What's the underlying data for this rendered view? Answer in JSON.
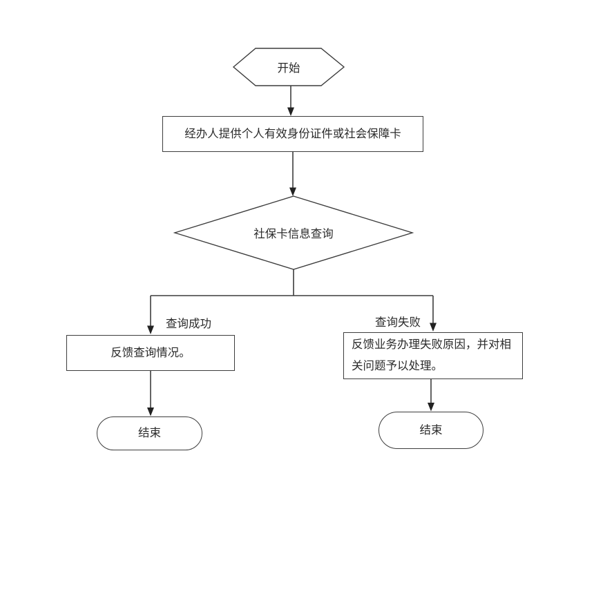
{
  "diagram": {
    "type": "flowchart",
    "colors": {
      "background": "#ffffff",
      "line": "#3c3c3c",
      "text": "#2b2b2b"
    },
    "nodes": [
      {
        "id": "start",
        "shape": "hexagon",
        "label": "开始"
      },
      {
        "id": "provide-id",
        "shape": "process",
        "label": "经办人提供个人有效身份证件或社会保障卡"
      },
      {
        "id": "query-card-info",
        "shape": "decision",
        "label": "社保卡信息查询"
      },
      {
        "id": "feedback-result",
        "shape": "process",
        "label": "反馈查询情况。"
      },
      {
        "id": "feedback-failure",
        "shape": "process",
        "label": "反馈业务办理失败原因，并对相关问题予以处理。"
      },
      {
        "id": "end-success",
        "shape": "terminator",
        "label": "结束"
      },
      {
        "id": "end-failure",
        "shape": "terminator",
        "label": "结束"
      }
    ],
    "edges": [
      {
        "from": "start",
        "to": "provide-id",
        "label": ""
      },
      {
        "from": "provide-id",
        "to": "query-card-info",
        "label": ""
      },
      {
        "from": "query-card-info",
        "to": "feedback-result",
        "label": "查询成功"
      },
      {
        "from": "query-card-info",
        "to": "feedback-failure",
        "label": "查询失败"
      },
      {
        "from": "feedback-result",
        "to": "end-success",
        "label": ""
      },
      {
        "from": "feedback-failure",
        "to": "end-failure",
        "label": ""
      }
    ]
  }
}
